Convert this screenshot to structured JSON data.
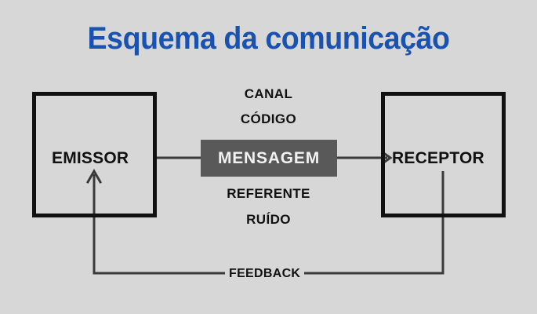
{
  "page": {
    "title": "Esquema da comunicação",
    "background_color": "#d7d7d7",
    "title_color": "#1a52b0"
  },
  "diagram": {
    "type": "flow-diagram",
    "nodes": [
      {
        "id": "emissor",
        "label": "EMISSOR",
        "shape": "rectangle",
        "fill": "transparent",
        "border_color": "#111111",
        "text_color": "#111111"
      },
      {
        "id": "mensagem",
        "label": "MENSAGEM",
        "shape": "rectangle",
        "fill": "#595959",
        "border_color": "#595959",
        "text_color": "#f2f2f2"
      },
      {
        "id": "receptor",
        "label": "RECEPTOR",
        "shape": "rectangle",
        "fill": "transparent",
        "border_color": "#111111",
        "text_color": "#111111"
      }
    ],
    "edges": [
      {
        "id": "emissor-to-mensagem",
        "from": "emissor",
        "to": "mensagem",
        "arrow": false
      },
      {
        "id": "mensagem-to-receptor",
        "from": "mensagem",
        "to": "receptor",
        "arrow": true
      },
      {
        "id": "receptor-to-emissor-feedback",
        "from": "receptor",
        "to": "emissor",
        "arrow": true,
        "label": "FEEDBACK"
      }
    ],
    "channel_labels_top": [
      "CANAL",
      "CÓDIGO"
    ],
    "channel_labels_bottom": [
      "REFERENTE",
      "RUÍDO"
    ],
    "feedback_label": "FEEDBACK"
  }
}
